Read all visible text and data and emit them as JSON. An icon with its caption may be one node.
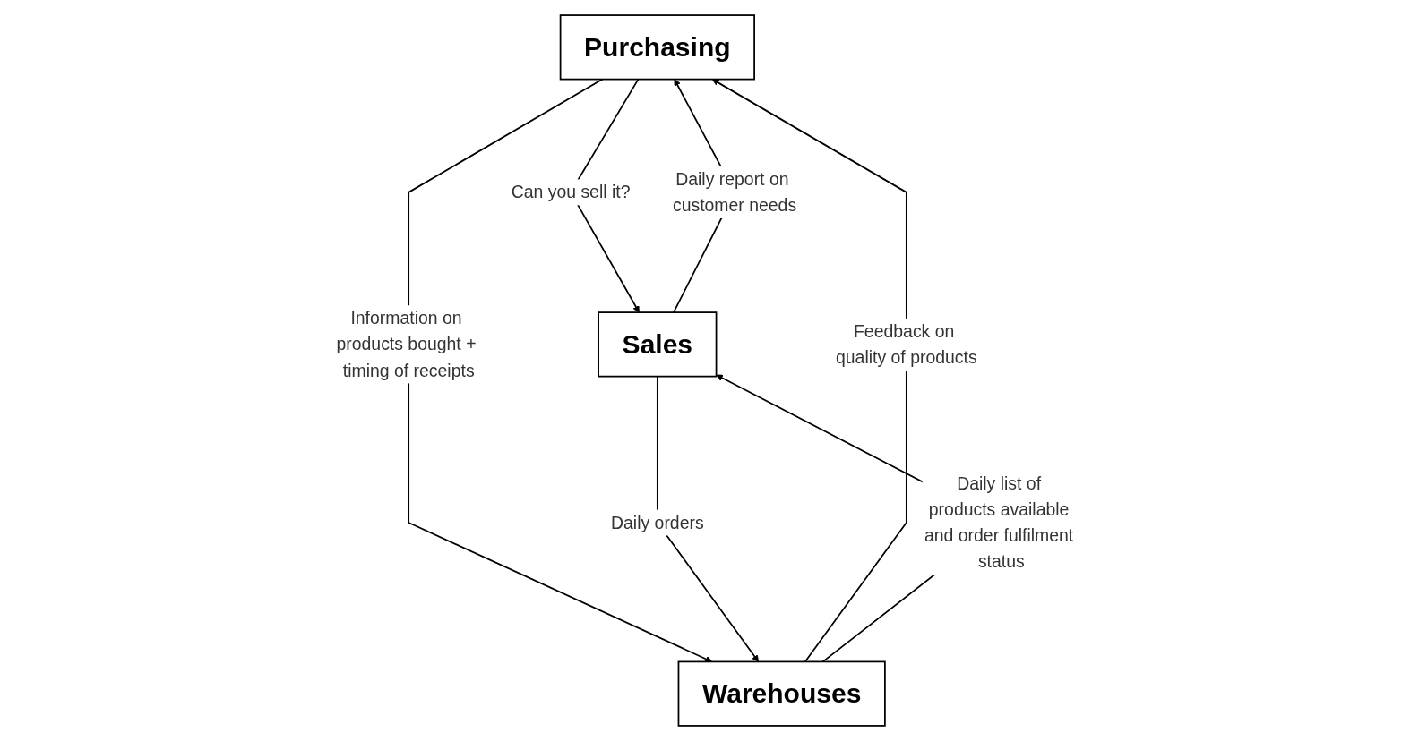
{
  "diagram": {
    "nodes": [
      {
        "text": [
          "Purchasing"
        ]
      },
      {
        "text": [
          "Sales"
        ]
      },
      {
        "text": [
          "Warehouses"
        ]
      }
    ],
    "edges": [
      {
        "from": 0,
        "to": 1,
        "arrow": "to",
        "label": "Can you sell it?"
      },
      {
        "from": 1,
        "to": 0,
        "arrow": "to",
        "label": "Daily report on customer needs"
      },
      {
        "from": 0,
        "to": 2,
        "arrow": "to",
        "label": "Information on products bought + timing of receipts"
      },
      {
        "from": 2,
        "to": 0,
        "arrow": "to",
        "label": "Feedback on quality of products"
      },
      {
        "from": 2,
        "to": 1,
        "arrow": "to",
        "label": "Daily list of products available and order fulfilment status"
      },
      {
        "from": 1,
        "to": 2,
        "arrow": "to",
        "label": "Daily orders"
      }
    ]
  }
}
